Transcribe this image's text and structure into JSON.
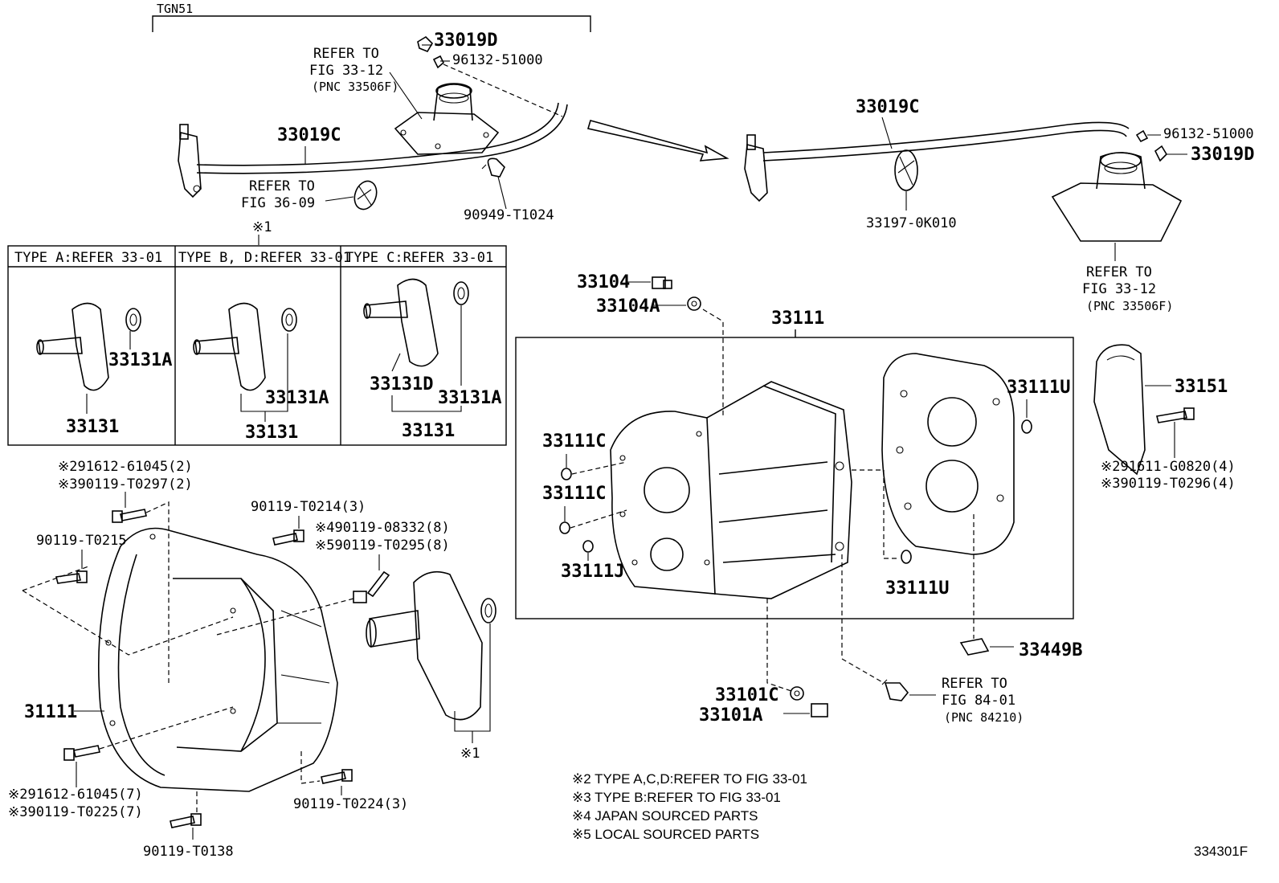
{
  "labels": {
    "tgn51": "TGN51",
    "refer_33_12_a": "REFER TO",
    "refer_33_12_b": "FIG 33-12",
    "refer_33_12_c": "(PNC 33506F)",
    "p_33019D_a": "33019D",
    "p_96132_a": "96132-51000",
    "p_33019C_a": "33019C",
    "refer_36_09_a": "REFER TO",
    "refer_36_09_b": "FIG 36-09",
    "p_90949": "90949-T1024",
    "mark1_top": "※1",
    "type_a": "TYPE  A:REFER  33-01",
    "type_bd": "TYPE B, D:REFER 33-01",
    "type_c": "TYPE  C:REFER  33-01",
    "p_33131A_1": "33131A",
    "p_33131_1": "33131",
    "p_33131A_2": "33131A",
    "p_33131_2": "33131",
    "p_33131D": "33131D",
    "p_33131A_3": "33131A",
    "p_33131_3": "33131",
    "p_33019C_b": "33019C",
    "p_96132_b": "96132-51000",
    "p_33019D_b": "33019D",
    "p_33197": "33197-0K010",
    "refer2_a": "REFER TO",
    "refer2_b": "FIG 33-12",
    "refer2_c": "(PNC 33506F)",
    "p_33104": "33104",
    "p_33104A": "33104A",
    "p_33111": "33111",
    "p_33111U_a": "33111U",
    "p_33151": "33151",
    "p_33111C_a": "33111C",
    "p_33111C_b": "33111C",
    "p_33111J": "33111J",
    "p_33111U_b": "33111U",
    "p_291611": "※291611-G0820(4)",
    "p_390119_t0296": "※390119-T0296(4)",
    "p_291612_top": "※291612-61045(2)",
    "p_390119_t0297": "※390119-T0297(2)",
    "p_90119_t0214": "90119-T0214(3)",
    "p_90119_08332": "※490119-08332(8)",
    "p_90119_t0295": "※590119-T0295(8)",
    "p_90119_t0215": "90119-T0215",
    "p_31111": "31111",
    "mark1_bottom": "※1",
    "p_33449B": "33449B",
    "refer84_a": "REFER TO",
    "refer84_b": "FIG 84-01",
    "refer84_c": "(PNC 84210)",
    "p_33101C": "33101C",
    "p_33101A": "33101A",
    "p_291612_bot": "※291612-61045(7)",
    "p_390119_t0225": "※390119-T0225(7)",
    "p_90119_t0224": "90119-T0224(3)",
    "p_90119_t0138": "90119-T0138",
    "note2": "※2 TYPE A,C,D:REFER TO FIG 33-01",
    "note3": "※3 TYPE B:REFER TO FIG 33-01",
    "note4": "※4 JAPAN SOURCED PARTS",
    "note5": "※5 LOCAL SOURCED PARTS",
    "fig_code": "334301F"
  }
}
